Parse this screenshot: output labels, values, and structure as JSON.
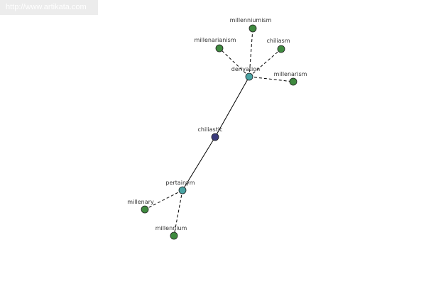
{
  "source_link": "http://www.artikata.com",
  "colors": {
    "center": "#3a3a7a",
    "relation": "#4aa3a3",
    "term": "#3f8a3f"
  },
  "graph": {
    "nodes": [
      {
        "id": "chiliastic",
        "label": "chiliastic",
        "kind": "center"
      },
      {
        "id": "derivation",
        "label": "derivation",
        "kind": "relation"
      },
      {
        "id": "pertainym",
        "label": "pertainym",
        "kind": "relation"
      },
      {
        "id": "millenniumism",
        "label": "millenniumism",
        "kind": "term"
      },
      {
        "id": "millenarianism",
        "label": "millenarianism",
        "kind": "term"
      },
      {
        "id": "chiliasm",
        "label": "chiliasm",
        "kind": "term"
      },
      {
        "id": "millenarism",
        "label": "millenarism",
        "kind": "term"
      },
      {
        "id": "millenary",
        "label": "millenary",
        "kind": "term"
      },
      {
        "id": "millennium",
        "label": "millennium",
        "kind": "term"
      }
    ],
    "edges": [
      {
        "from": "chiliastic",
        "to": "derivation",
        "style": "solid"
      },
      {
        "from": "chiliastic",
        "to": "pertainym",
        "style": "solid"
      },
      {
        "from": "derivation",
        "to": "millenniumism",
        "style": "dashed"
      },
      {
        "from": "derivation",
        "to": "millenarianism",
        "style": "dashed"
      },
      {
        "from": "derivation",
        "to": "chiliasm",
        "style": "dashed"
      },
      {
        "from": "derivation",
        "to": "millenarism",
        "style": "dashed"
      },
      {
        "from": "pertainym",
        "to": "millenary",
        "style": "dashed"
      },
      {
        "from": "pertainym",
        "to": "millennium",
        "style": "dashed"
      }
    ]
  }
}
